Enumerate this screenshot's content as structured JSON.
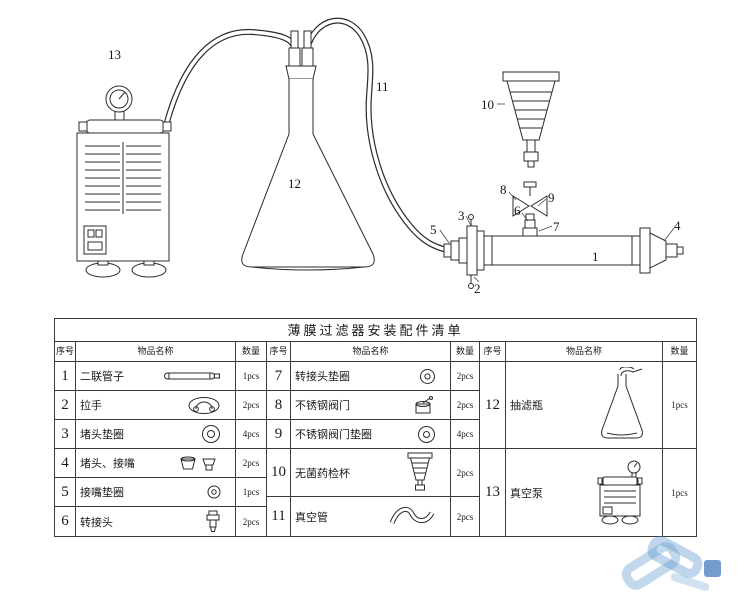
{
  "table": {
    "title": "薄膜过滤器安装配件清单",
    "headers": {
      "no": "序号",
      "name": "物品名称",
      "qty": "数量"
    },
    "items": [
      {
        "no": "1",
        "name": "二联管子",
        "qty": "1pcs"
      },
      {
        "no": "2",
        "name": "拉手",
        "qty": "2pcs"
      },
      {
        "no": "3",
        "name": "堵头垫圈",
        "qty": "4pcs"
      },
      {
        "no": "4",
        "name": "堵头、接嘴",
        "qty": "2pcs"
      },
      {
        "no": "5",
        "name": "接嘴垫圈",
        "qty": "1pcs"
      },
      {
        "no": "6",
        "name": "转接头",
        "qty": "2pcs"
      },
      {
        "no": "7",
        "name": "转接头垫圈",
        "qty": "2pcs"
      },
      {
        "no": "8",
        "name": "不锈钢阀门",
        "qty": "2pcs"
      },
      {
        "no": "9",
        "name": "不锈钢阀门垫圈",
        "qty": "4pcs"
      },
      {
        "no": "10",
        "name": "无菌药检杯",
        "qty": "2pcs"
      },
      {
        "no": "11",
        "name": "真空管",
        "qty": "2pcs"
      },
      {
        "no": "12",
        "name": "抽滤瓶",
        "qty": "1pcs"
      },
      {
        "no": "13",
        "name": "真空泵",
        "qty": "1pcs"
      }
    ]
  },
  "diagram": {
    "labels": [
      {
        "text": "13"
      },
      {
        "text": "11"
      },
      {
        "text": "10"
      },
      {
        "text": "12"
      },
      {
        "text": "8"
      },
      {
        "text": "9"
      },
      {
        "text": "3"
      },
      {
        "text": "6"
      },
      {
        "text": "5"
      },
      {
        "text": "7"
      },
      {
        "text": "4"
      },
      {
        "text": "1"
      },
      {
        "text": "2"
      }
    ]
  }
}
